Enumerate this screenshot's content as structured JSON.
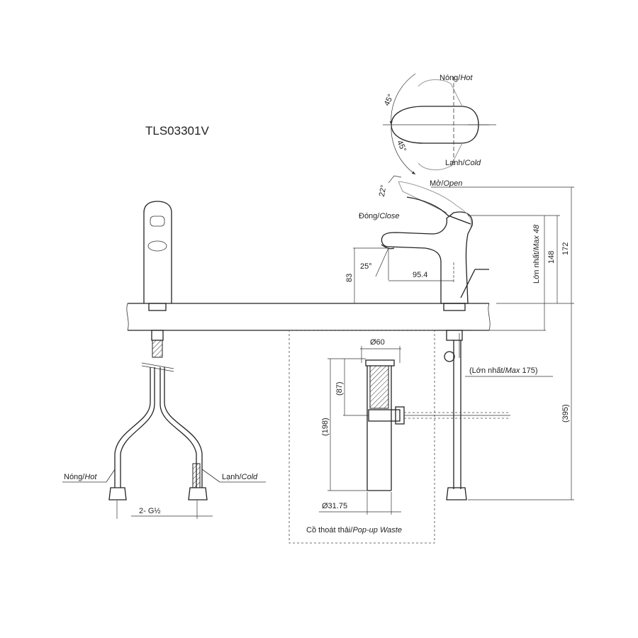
{
  "title": "TLS03301V",
  "labels": {
    "hot_top": "Nóng/",
    "hot_top_en": "Hot",
    "cold_top": "Lạnh/",
    "cold_top_en": "Cold",
    "angle_45_a": "45°",
    "angle_45_b": "45°",
    "open": "Mở/",
    "open_en": "Open",
    "close": "Đóng/",
    "close_en": "Close",
    "angle_22": "22°",
    "angle_25": "25°",
    "dim_83": "83",
    "dim_95": "95.4",
    "max48_vn": "Lớn nhất/",
    "max48_en": "Max 48",
    "dim_148": "148",
    "dim_172": "172",
    "max175_open": "(Lớn nhất/",
    "max175_en": "Max",
    "max175_val": " 175)",
    "dim_395": "(395)",
    "dim_60": "Ø60",
    "dim_87": "(87)",
    "dim_198": "(198)",
    "dim_3175": "Ø31.75",
    "popup_vn": "Cồ thoát thải/",
    "popup_en": "Pop-up Waste",
    "hot_left": "Nóng/",
    "hot_left_en": "Hot",
    "cold_left": "Lạnh/",
    "cold_left_en": "Cold",
    "thread": "2- G½"
  }
}
